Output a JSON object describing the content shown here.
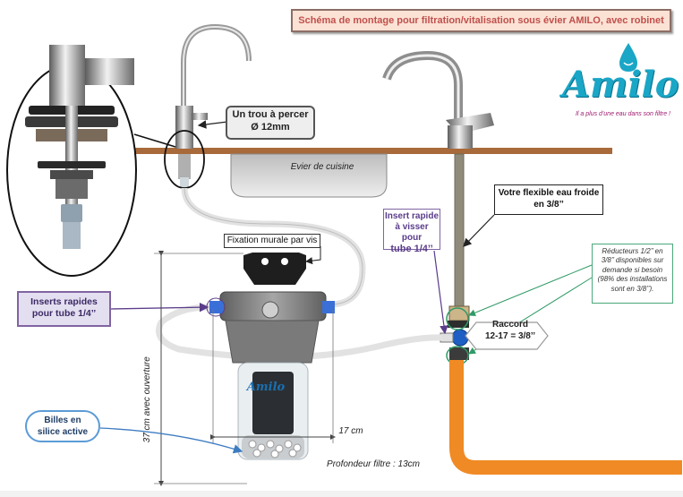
{
  "title": "Schéma de montage pour filtration/vitalisation sous évier AMILO, avec robinet",
  "labels": {
    "hole_line1": "Un trou à percer",
    "hole_line2": "Ø 12mm",
    "sink": "Evier de cuisine",
    "flexible": "Votre flexible eau froide en 3/8’’",
    "insert_screw_line1": "Insert rapide",
    "insert_screw_line2": "à visser pour",
    "insert_screw_line3": "tube 1/4’’",
    "wall_mount": "Fixation murale par vis",
    "inserts_line1": "Inserts rapides",
    "inserts_line2": "pour tube 1/4’’",
    "reducers": "Réducteurs 1/2’’ en 3/8’’ disponibles sur demande si besoin (98% des installations sont en 3/8’’).",
    "raccord_line1": "Raccord",
    "raccord_line2": "12-17 = 3/8’’",
    "beads_line1": "Billes en",
    "beads_line2": "silice active",
    "width_dim": "17 cm",
    "depth": "Profondeur filtre : 13cm",
    "height_dim": "37 cm avec ouverture"
  },
  "logo": {
    "brand": "Amilo",
    "tagline": "Il a plus d'une eau dans son filtre !",
    "filter_brand": "Amilo"
  },
  "colors": {
    "title_text": "#c0504d",
    "title_bg": "#fbe2d4",
    "counter": "#a86a3a",
    "drain": "#f08a24",
    "insert_border": "#8064a2",
    "reducer_border": "#4aa87a",
    "beads_border": "#5b9bd5",
    "filter_housing": "#7f7f7f",
    "logo": "#1aa6c6"
  }
}
